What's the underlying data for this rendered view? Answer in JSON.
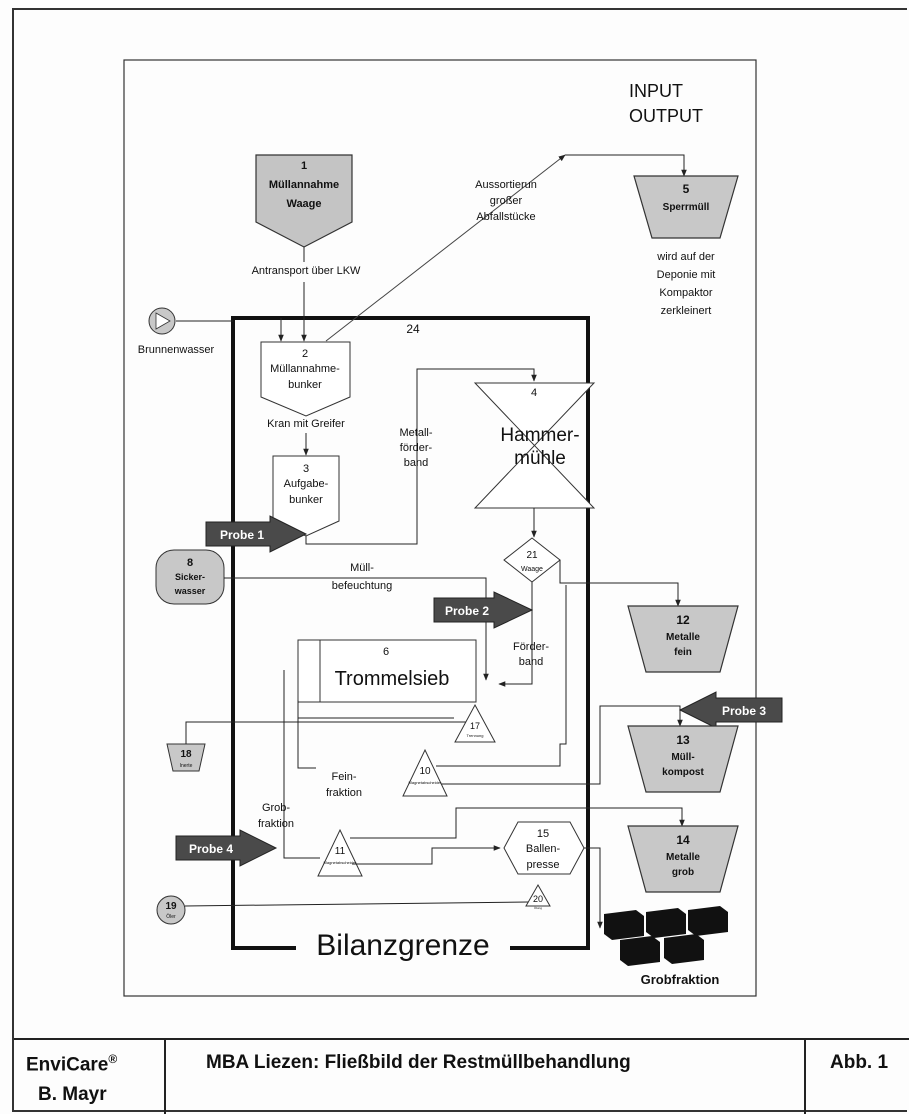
{
  "diagram": {
    "io": {
      "input": "INPUT",
      "output": "OUTPUT"
    },
    "nodes": {
      "n1": {
        "num": "1",
        "line1": "Müllannahme",
        "line2": "Waage"
      },
      "n5": {
        "num": "5",
        "label": "Sperrmüll"
      },
      "n5_note": [
        "wird auf der",
        "Deponie mit",
        "Kompaktor",
        "zerkleinert"
      ],
      "n24": {
        "num": "24"
      },
      "n2": {
        "num": "2",
        "line1": "Müllannahme-",
        "line2": "bunker"
      },
      "n3": {
        "num": "3",
        "line1": "Aufgabe-",
        "line2": "bunker"
      },
      "n4": {
        "num": "4",
        "line1": "Hammer-",
        "line2": "mühle"
      },
      "n8": {
        "num": "8",
        "line1": "Sicker-",
        "line2": "wasser"
      },
      "n21": {
        "num": "21",
        "label": "Waage"
      },
      "n12": {
        "num": "12",
        "line1": "Metalle",
        "line2": "fein"
      },
      "n6": {
        "num": "6",
        "label": "Trommelsieb"
      },
      "n17": {
        "num": "17",
        "label": "Trennung"
      },
      "n18": {
        "num": "18",
        "label": "Inerte"
      },
      "n13": {
        "num": "13",
        "line1": "Müll-",
        "line2": "kompost"
      },
      "n10": {
        "num": "10",
        "label": "Magnetabscheider"
      },
      "n11": {
        "num": "11",
        "label": "Magnetabscheider"
      },
      "n15": {
        "num": "15",
        "line1": "Ballen-",
        "line2": "presse"
      },
      "n14": {
        "num": "14",
        "line1": "Metalle",
        "line2": "grob"
      },
      "n19": {
        "num": "19",
        "label": "Öler"
      },
      "n20": {
        "num": "20",
        "label": "Ölung"
      },
      "grob": {
        "label": "Grobfraktion"
      },
      "brunnen": {
        "label": "Brunnenwasser"
      }
    },
    "edge_labels": {
      "aussort": [
        "Aussortierun",
        "großer",
        "Abfallstücke"
      ],
      "antransport": "Antransport über LKW",
      "kran": "Kran mit Greifer",
      "metall_band": [
        "Metall-",
        "förder-",
        "band"
      ],
      "muell_bef": [
        "Müll-",
        "befeuchtung"
      ],
      "foerderband": [
        "Förder-",
        "band"
      ],
      "feinfraktion": [
        "Fein-",
        "fraktion"
      ],
      "grobfraktion": [
        "Grob-",
        "fraktion"
      ]
    },
    "samples": {
      "p1": "Probe 1",
      "p2": "Probe 2",
      "p3": "Probe 3",
      "p4": "Probe 4"
    },
    "boundary": "Bilanzgrenze"
  },
  "footer": {
    "company": "EnviCare",
    "company_mark": "®",
    "author": "B. Mayr",
    "title": "MBA Liezen: Fließbild der Restmüllbehandlung",
    "figure": "Abb. 1"
  },
  "colors": {
    "stroke": "#222222",
    "fill_grey": "#c8c8c8",
    "probe": "#4a4a4a",
    "block": "#111111"
  }
}
